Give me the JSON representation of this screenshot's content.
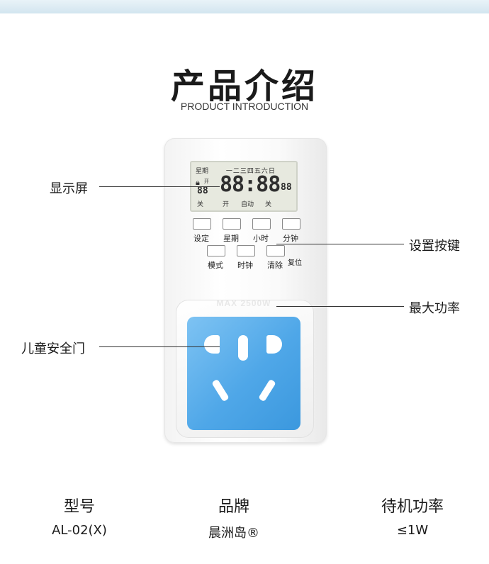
{
  "header": {
    "title": "产品介绍",
    "subtitle": "PRODUCT INTRODUCTION"
  },
  "device": {
    "lcd": {
      "week_label": "星期",
      "days": "一二三四五六日",
      "open_small": "开",
      "small_digits": "88",
      "main_digits": "88:88",
      "seconds_digits": "88",
      "bottom_left": "关",
      "bottom_open": "开",
      "bottom_auto": "自动",
      "bottom_close": "关"
    },
    "buttons_row1": [
      "设定",
      "星期",
      "小时",
      "分钟"
    ],
    "buttons_row2": [
      "模式",
      "时钟",
      "清除"
    ],
    "reset_label": "复位",
    "max_power_text": "MAX 2500W"
  },
  "callouts": {
    "display": "显示屏",
    "buttons": "设置按键",
    "max_power": "最大功率",
    "child_door": "儿童安全门"
  },
  "specs": [
    {
      "header": "型号",
      "value": "AL-02(X)"
    },
    {
      "header": "品牌",
      "value": "晨洲岛®"
    },
    {
      "header": "待机功率",
      "value": "≤1W"
    }
  ]
}
